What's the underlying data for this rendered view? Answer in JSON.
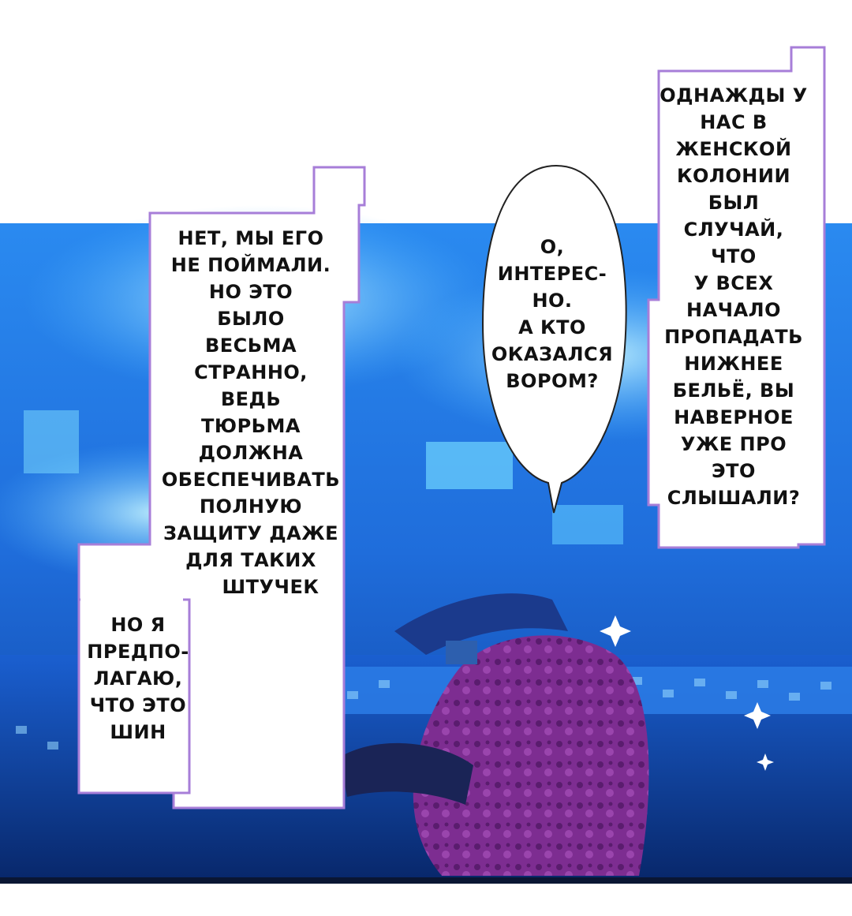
{
  "panel": {
    "colors": {
      "background": "#ffffff",
      "scene_blue": "#1d6fd8",
      "scene_light": "#8fe3ff",
      "floor_dark": "#0b2a6b",
      "chair_purple": "#7a2a8e",
      "bubble_border": "#a77ed8",
      "text": "#111111"
    },
    "left_box": {
      "lines": [
        "НЕТ, МЫ ЕГО",
        "НЕ ПОЙМАЛИ.",
        "НО ЭТО",
        "БЫЛО",
        "ВЕСЬМА",
        "СТРАННО,",
        "ВЕДЬ",
        "ТЮРЬМА",
        "ДОЛЖНА",
        "ОБЕСПЕЧИВАТЬ",
        "ПОЛНУЮ",
        "ЗАЩИТУ ДАЖЕ",
        "ДЛЯ ТАКИХ",
        "ШТУЧЕК"
      ]
    },
    "left_lower_box": {
      "lines": [
        "НО Я",
        "ПРЕДПО-",
        "ЛАГАЮ,",
        "ЧТО ЭТО",
        "ШИН"
      ]
    },
    "speech_bubble": {
      "lines": [
        "О,",
        "ИНТЕРЕС-",
        "НО.",
        "А КТО",
        "ОКАЗАЛСЯ",
        "ВОРОМ?"
      ]
    },
    "right_box": {
      "lines": [
        "ОДНАЖДЫ У",
        "НАС В",
        "ЖЕНСКОЙ",
        "КОЛОНИИ",
        "БЫЛ",
        "СЛУЧАЙ,",
        "ЧТО",
        "У ВСЕХ",
        "НАЧАЛО",
        "ПРОПАДАТЬ",
        "НИЖНЕЕ",
        "БЕЛЬЁ, ВЫ",
        "НАВЕРНОЕ",
        "УЖЕ ПРО",
        "ЭТО",
        "СЛЫШАЛИ?"
      ]
    }
  }
}
